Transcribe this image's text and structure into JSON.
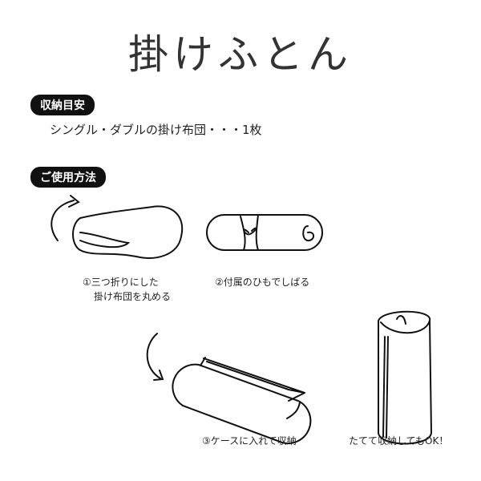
{
  "title": "掛けふとん",
  "storage": {
    "label": "収納目安",
    "text": "シングル・ダブルの掛け布団・・・1枚"
  },
  "usage": {
    "label": "ご使用方法",
    "steps": [
      {
        "line1": "①三つ折りにした",
        "line2": "掛け布団を丸める"
      },
      {
        "line1": "②付属のひもでしばる"
      },
      {
        "line1": "③ケースに入れて収納"
      },
      {
        "line1": "たてて収納してもOK！"
      }
    ]
  }
}
